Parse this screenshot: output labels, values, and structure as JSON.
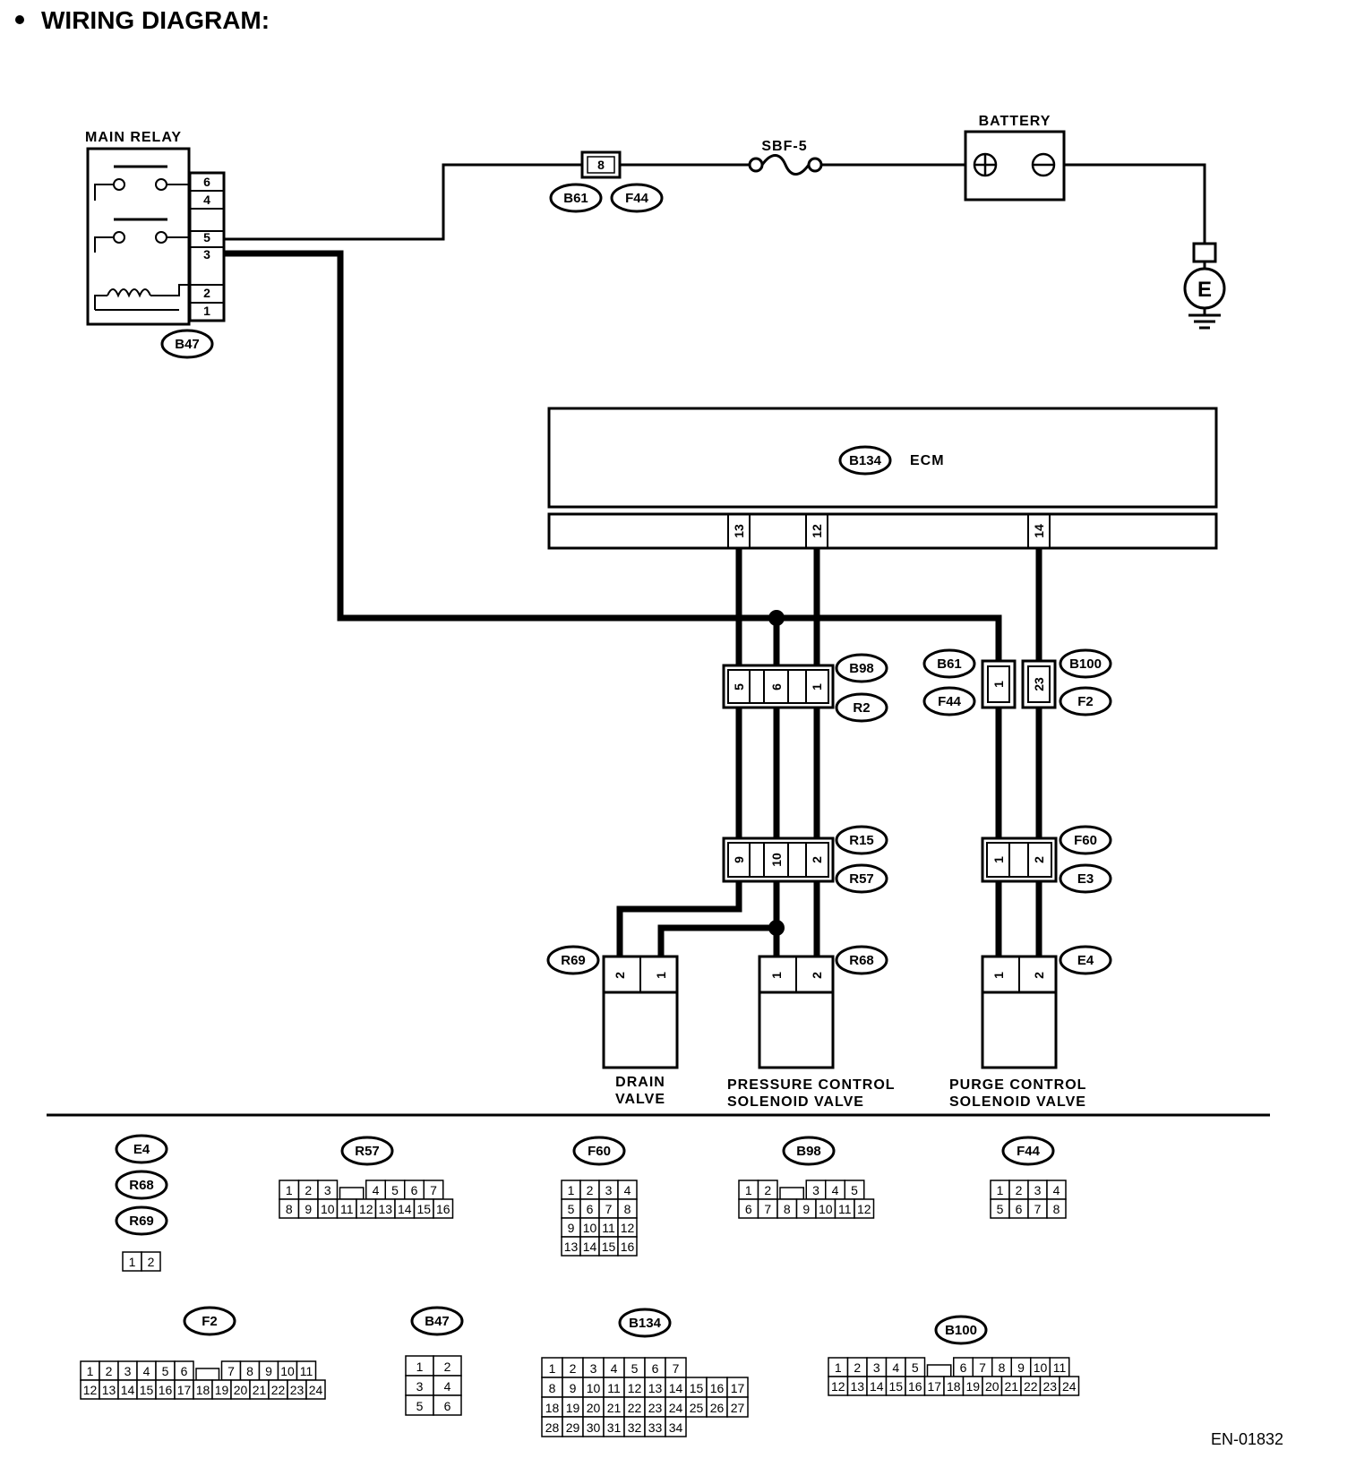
{
  "title": "WIRING DIAGRAM:",
  "components": {
    "main_relay": "MAIN RELAY",
    "battery": "BATTERY",
    "fuse": "SBF-5",
    "ground": "E",
    "ecm": "ECM",
    "drain_valve": [
      "DRAIN",
      "VALVE"
    ],
    "pressure_valve": [
      "PRESSURE CONTROL",
      "SOLENOID VALVE"
    ],
    "purge_valve": [
      "PURGE CONTROL",
      "SOLENOID VALVE"
    ]
  },
  "relay_pins": [
    "6",
    "4",
    "5",
    "3",
    "2",
    "1"
  ],
  "connector_tags": {
    "b47": "B47",
    "b61": "B61",
    "f44": "F44",
    "b134": "B134",
    "b98": "B98",
    "r2": "R2",
    "b100": "B100",
    "f2": "F2",
    "r15": "R15",
    "r57": "R57",
    "f60": "F60",
    "e3": "E3",
    "r69": "R69",
    "r68": "R68",
    "e4": "E4"
  },
  "pins": {
    "fuse_conn": "8",
    "ecm": [
      "13",
      "12",
      "14"
    ],
    "b98": [
      "5",
      "6",
      "1"
    ],
    "b61": "1",
    "b100": "23",
    "r15": [
      "9",
      "10",
      "2"
    ],
    "f60": [
      "1",
      "2"
    ],
    "r69": [
      "2",
      "1"
    ],
    "r68": [
      "1",
      "2"
    ],
    "e4": [
      "1",
      "2"
    ]
  },
  "legend": {
    "e4_group": {
      "labels": [
        "E4",
        "R68",
        "R69"
      ],
      "rows": [
        [
          "1",
          "2"
        ]
      ]
    },
    "r57": {
      "label": "R57",
      "rows": [
        [
          "1",
          "2",
          "3",
          "",
          "4",
          "5",
          "6",
          "7"
        ],
        [
          "8",
          "9",
          "10",
          "11",
          "12",
          "13",
          "14",
          "15",
          "16"
        ]
      ]
    },
    "f60": {
      "label": "F60",
      "rows": [
        [
          "1",
          "2",
          "3",
          "4"
        ],
        [
          "5",
          "6",
          "7",
          "8"
        ],
        [
          "9",
          "10",
          "11",
          "12"
        ],
        [
          "13",
          "14",
          "15",
          "16"
        ]
      ]
    },
    "b98": {
      "label": "B98",
      "rows": [
        [
          "1",
          "2",
          "",
          "3",
          "4",
          "5"
        ],
        [
          "6",
          "7",
          "8",
          "9",
          "10",
          "11",
          "12"
        ]
      ]
    },
    "f44": {
      "label": "F44",
      "rows": [
        [
          "1",
          "2",
          "3",
          "4"
        ],
        [
          "5",
          "6",
          "7",
          "8"
        ]
      ]
    },
    "f2": {
      "label": "F2",
      "rows": [
        [
          "1",
          "2",
          "3",
          "4",
          "5",
          "6",
          "",
          "7",
          "8",
          "9",
          "10",
          "11"
        ],
        [
          "12",
          "13",
          "14",
          "15",
          "16",
          "17",
          "18",
          "19",
          "20",
          "21",
          "22",
          "23",
          "24"
        ]
      ]
    },
    "b47": {
      "label": "B47",
      "rows": [
        [
          "1",
          "2"
        ],
        [
          "3",
          "4"
        ],
        [
          "5",
          "6"
        ]
      ]
    },
    "b134": {
      "label": "B134",
      "rows": [
        [
          "1",
          "2",
          "3",
          "4",
          "5",
          "6",
          "7"
        ],
        [
          "8",
          "9",
          "10",
          "11",
          "12",
          "13",
          "14",
          "15",
          "16",
          "17"
        ],
        [
          "18",
          "19",
          "20",
          "21",
          "22",
          "23",
          "24",
          "25",
          "26",
          "27"
        ],
        [
          "28",
          "29",
          "30",
          "31",
          "32",
          "33",
          "34"
        ]
      ]
    },
    "b100": {
      "label": "B100",
      "rows": [
        [
          "1",
          "2",
          "3",
          "4",
          "5",
          "",
          "6",
          "7",
          "8",
          "9",
          "10",
          "11"
        ],
        [
          "12",
          "13",
          "14",
          "15",
          "16",
          "17",
          "18",
          "19",
          "20",
          "21",
          "22",
          "23",
          "24"
        ]
      ]
    }
  },
  "doc_number": "EN-01832"
}
